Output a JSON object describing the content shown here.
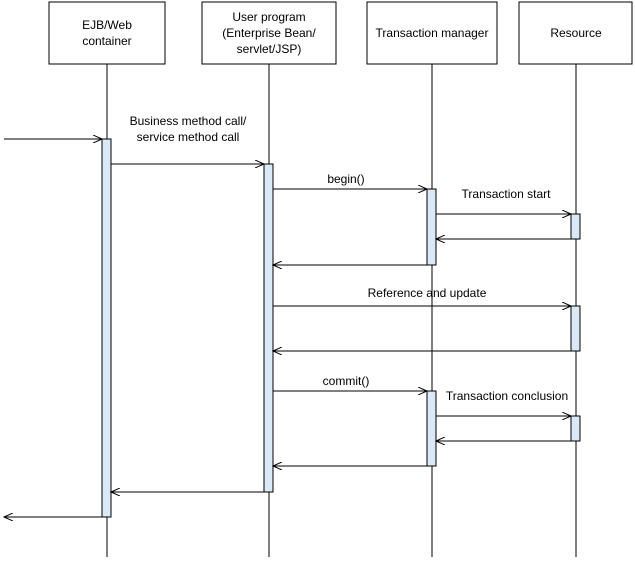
{
  "colors": {
    "line": "#000000",
    "activation_fill": "#dbe9f7",
    "activation_stroke": "#000000",
    "box_fill": "#ffffff",
    "background": "#ffffff"
  },
  "participants": [
    {
      "id": "container",
      "lines": [
        "EJB/Web",
        "container"
      ]
    },
    {
      "id": "user-program",
      "lines": [
        "User program",
        "(Enterprise Bean/",
        "servlet/JSP)"
      ]
    },
    {
      "id": "transaction-manager",
      "lines": [
        "Transaction manager"
      ]
    },
    {
      "id": "resource",
      "lines": [
        "Resource"
      ]
    }
  ],
  "messages": [
    {
      "id": "business-call",
      "lines": [
        "Business method call/",
        "service method call"
      ]
    },
    {
      "id": "begin",
      "lines": [
        "begin()"
      ]
    },
    {
      "id": "transaction-start",
      "lines": [
        "Transaction start"
      ]
    },
    {
      "id": "reference-update",
      "lines": [
        "Reference and update"
      ]
    },
    {
      "id": "commit",
      "lines": [
        "commit()"
      ]
    },
    {
      "id": "transaction-conclusion",
      "lines": [
        "Transaction conclusion"
      ]
    }
  ]
}
